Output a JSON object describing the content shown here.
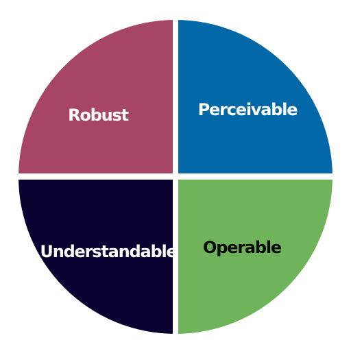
{
  "diagram": {
    "quadrants": [
      {
        "id": "robust",
        "label": "Robust",
        "color": "#A64566",
        "text_color": "#FFFFFF"
      },
      {
        "id": "perceivable",
        "label": "Perceivable",
        "color": "#0268A8",
        "text_color": "#FFFFFF"
      },
      {
        "id": "understandable",
        "label": "Understandable",
        "color": "#0A0130",
        "text_color": "#FFFFFF"
      },
      {
        "id": "operable",
        "label": "Operable",
        "color": "#6FB45A",
        "text_color": "#0B0B0B"
      }
    ],
    "divider_color": "#FFFFFF"
  }
}
